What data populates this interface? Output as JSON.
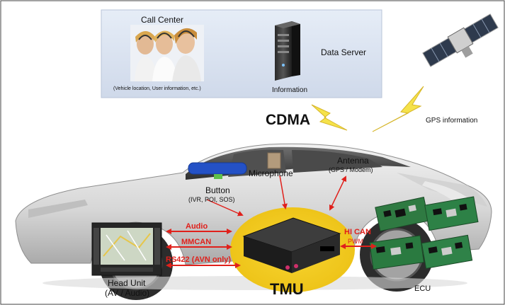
{
  "top_panel": {
    "call_center": "Call Center",
    "call_center_note": "(Vehicle location, User information, etc.)",
    "data_server": "Data Server",
    "information": "Information"
  },
  "network": {
    "cdma": "CDMA",
    "gps": "GPS information"
  },
  "vehicle": {
    "microphone": "Microphone",
    "antenna": "Antenna",
    "antenna_sub": "(GPS / Modem)",
    "button": "Button",
    "button_sub": "(IVR, POI, SOS)",
    "audio": "Audio",
    "mmcan": "MMCAN",
    "rs422": "RS422 (AVN only)",
    "hican": "HI CAN",
    "pwm": "PWM",
    "head_unit": "Head Unit",
    "head_unit_sub": "(AV / Audio)",
    "tmu": "TMU",
    "ecu": "ECU"
  },
  "colors": {
    "panel": "#dde6f3",
    "tmu_glow": "#f3cd1c",
    "link_red": "#e0201b",
    "lightning": "#f5e24a"
  }
}
